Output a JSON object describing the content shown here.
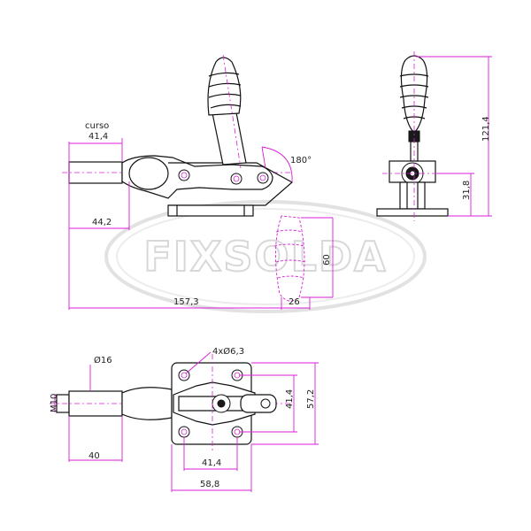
{
  "watermark": {
    "brand": "FIXSOLDA"
  },
  "dimensions": {
    "stroke_label": "curso",
    "stroke_value": "41,4",
    "side_44": "44,2",
    "total_length": "157,3",
    "handle_width": "26",
    "handle_height": "60",
    "angle": "180°",
    "front_height": "121,4",
    "front_base": "31,8",
    "diameter": "Ø16",
    "holes": "4xØ6,3",
    "thread": "M10",
    "plunger_len": "40",
    "base_41": "41,4",
    "base_58": "58,8",
    "base_vert_41": "41,4",
    "base_vert_57": "57,2"
  },
  "colors": {
    "dimension": "#d81fd8",
    "outline": "#111111",
    "watermark": "#d8d8d8"
  }
}
